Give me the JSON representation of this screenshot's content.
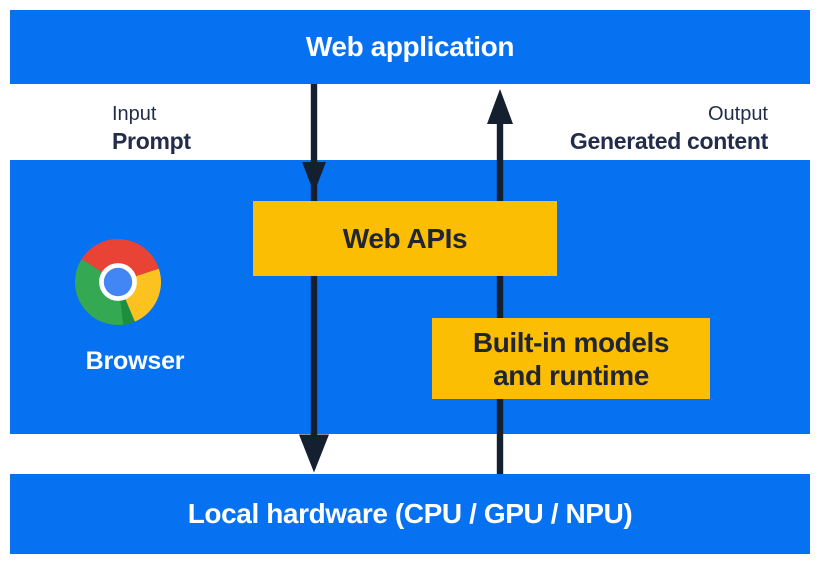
{
  "diagram": {
    "title_bar": "Web application",
    "bottom_bar": "Local hardware (CPU / GPU / NPU)",
    "input": {
      "caption": "Input",
      "label": "Prompt"
    },
    "output": {
      "caption": "Output",
      "label": "Generated content"
    },
    "browser": {
      "label": "Browser"
    },
    "boxes": {
      "web_apis": "Web APIs",
      "builtin_models": {
        "line1": "Built-in models",
        "line2": "and runtime"
      }
    },
    "icons": {
      "browser": "chrome-logo",
      "input_flow": "arrow-down",
      "output_flow": "arrow-up"
    },
    "colors": {
      "blue": "#0671F1",
      "yellow": "#FCBE03",
      "arrow_ink": "#14202F",
      "label_text": "#232D4B",
      "bar_text": "#FFFFFF"
    }
  }
}
